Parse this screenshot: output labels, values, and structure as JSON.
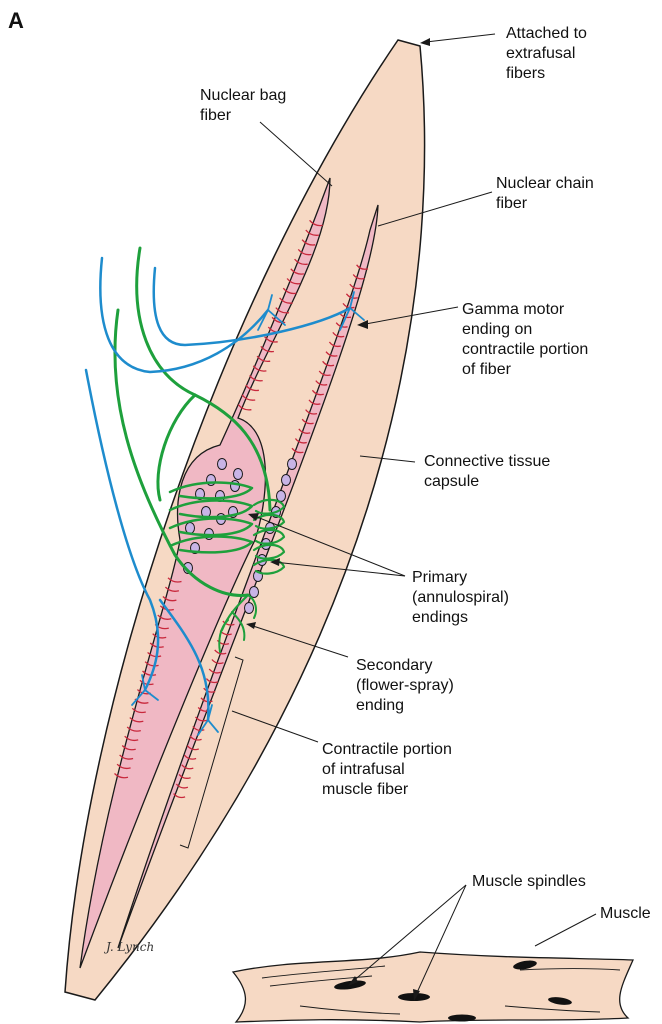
{
  "figure": {
    "panel_letter": "A",
    "signature": "J. Lynch",
    "labels": {
      "attached": [
        "Attached to",
        "extrafusal",
        "fibers"
      ],
      "bag": [
        "Nuclear bag",
        "fiber"
      ],
      "chain": [
        "Nuclear chain",
        "fiber"
      ],
      "gamma": [
        "Gamma motor",
        "ending on",
        "contractile portion",
        "of fiber"
      ],
      "capsule": [
        "Connective tissue",
        "capsule"
      ],
      "primary": [
        "Primary",
        "(annulospiral)",
        "endings"
      ],
      "secondary": [
        "Secondary",
        "(flower-spray)",
        "ending"
      ],
      "contractile": [
        "Contractile portion",
        "of intrafusal",
        "muscle fiber"
      ],
      "spindles": "Muscle spindles",
      "muscle": "Muscle"
    }
  },
  "colors": {
    "capsule_fill": "#f6d9c4",
    "fiber_fill": "#f0b8c4",
    "striation": "#c8283c",
    "nucleus": "#c8b4e6",
    "sensory_nerve": "#1ea03c",
    "motor_nerve": "#1e8ccd",
    "outline": "#1a1a1a"
  }
}
